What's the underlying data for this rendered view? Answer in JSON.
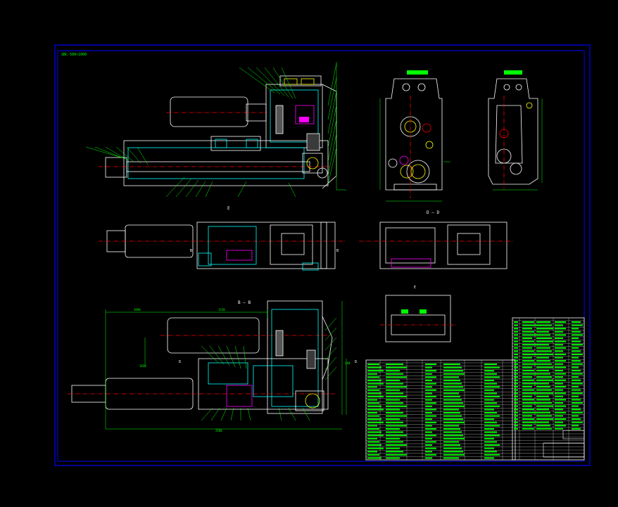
{
  "drawing": {
    "title_tag": "SBC-500×1000",
    "section_labels": {
      "e_top": "E",
      "b_left": "B",
      "b_right": "B",
      "dd": "D – D",
      "bb": "B – B",
      "e_mid": "E",
      "d": "D",
      "d_right": "D"
    },
    "dimensions": {
      "overall_length": "2560",
      "upper_length": "1090",
      "motor_len": "1150",
      "mid_width": "1050",
      "height": "340"
    }
  },
  "colors": {
    "background": "#000000",
    "border": "#0000ff",
    "outline": "#ffffff",
    "dimension": "#00ff00",
    "section": "#00ffff",
    "center": "#ff0000",
    "hatch": "#ff00ff",
    "accent": "#ffff00"
  }
}
